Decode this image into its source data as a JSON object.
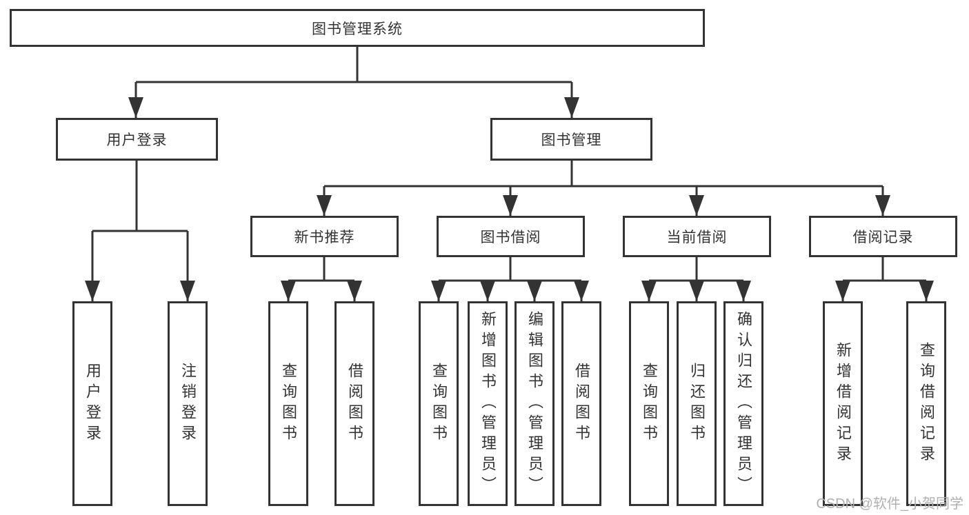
{
  "chart": {
    "type": "hierarchy-diagram",
    "root": {
      "label": "图书管理系统",
      "children": [
        {
          "label": "用户登录",
          "children": [
            {
              "label": "用户登录"
            },
            {
              "label": "注销登录"
            }
          ]
        },
        {
          "label": "图书管理",
          "children": [
            {
              "label": "新书推荐",
              "children": [
                {
                  "label": "查询图书"
                },
                {
                  "label": "借阅图书"
                }
              ]
            },
            {
              "label": "图书借阅",
              "children": [
                {
                  "label": "查询图书"
                },
                {
                  "label": "新增图书（管理员）"
                },
                {
                  "label": "编辑图书（管理员）"
                },
                {
                  "label": "借阅图书"
                }
              ]
            },
            {
              "label": "当前借阅",
              "children": [
                {
                  "label": "查询图书"
                },
                {
                  "label": "归还图书"
                },
                {
                  "label": "确认归还（管理员）"
                }
              ]
            },
            {
              "label": "借阅记录",
              "children": [
                {
                  "label": "新增借阅记录"
                },
                {
                  "label": "查询借阅记录"
                }
              ]
            }
          ]
        }
      ]
    }
  },
  "watermark": {
    "text": "CSDN @软件_小贺同学"
  },
  "colors": {
    "line": "#333333",
    "box_border": "#333333",
    "text": "#333333",
    "watermark": "#b0b0b0",
    "background": "#ffffff"
  }
}
